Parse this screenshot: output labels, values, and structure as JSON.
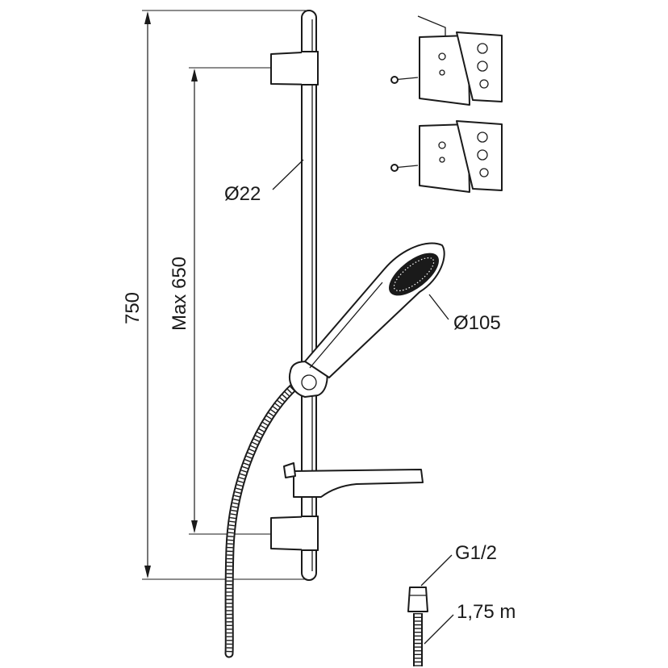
{
  "dimensions": {
    "total_length": "750",
    "max_bracket_spacing": "Max 650",
    "rail_diameter": "Ø22",
    "head_diameter": "Ø105",
    "thread": "G1/2",
    "hose_length": "1,75 m"
  }
}
